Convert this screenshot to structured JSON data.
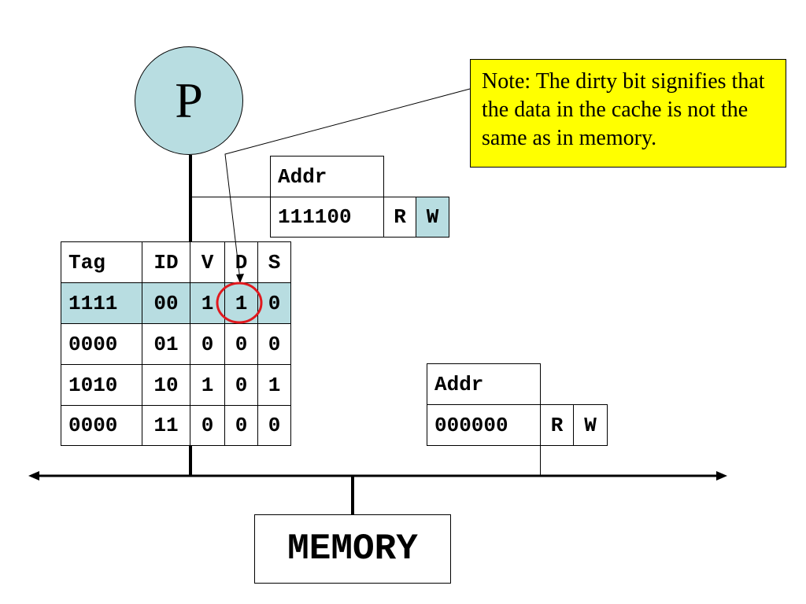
{
  "processor": {
    "label": "P"
  },
  "note": {
    "text": "Note: The dirty bit signifies that the data in the cache is not the same as in memory."
  },
  "request_top": {
    "header": "Addr",
    "address": "111100",
    "read": "R",
    "write": "W",
    "active_op": "W"
  },
  "request_bottom": {
    "header": "Addr",
    "address": "000000",
    "read": "R",
    "write": "W"
  },
  "cache_table": {
    "columns": [
      "Tag",
      "ID",
      "V",
      "D",
      "S"
    ],
    "rows": [
      [
        "1111",
        "00",
        "1",
        "1",
        "0"
      ],
      [
        "0000",
        "01",
        "0",
        "0",
        "0"
      ],
      [
        "1010",
        "10",
        "1",
        "0",
        "1"
      ],
      [
        "0000",
        "11",
        "0",
        "0",
        "0"
      ]
    ],
    "highlighted_row": 0,
    "circled_cell": {
      "row": 0,
      "column": "D"
    }
  },
  "memory": {
    "label": "MEMORY"
  },
  "colors": {
    "highlight": "#b8dde1",
    "note_background": "#ffff00",
    "circle": "#e0191e"
  }
}
